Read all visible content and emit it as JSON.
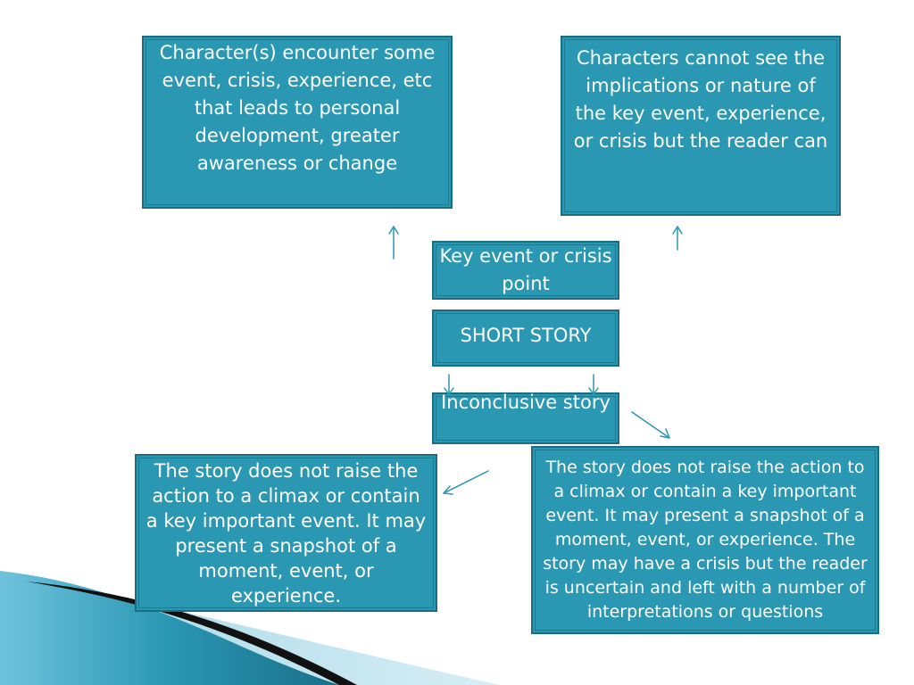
{
  "boxes": {
    "top_left": "Character(s) encounter some event, crisis, experience, etc that leads to personal development, greater awareness or change",
    "top_right": "Characters cannot see the implications or nature of the key event, experience, or crisis but the reader can",
    "key_event": "Key event or crisis point",
    "short_story": "SHORT STORY",
    "inconclusive": "Inconclusive story",
    "bottom_left": "The story does not raise the action to a climax or contain a key important event. It may present a snapshot of a moment, event, or experience.",
    "bottom_right": "The story does not raise the action to a climax or contain a key important event. It may present a snapshot of a moment, event, or experience. The story may have a crisis but the reader is uncertain and left with a number of interpretations or questions"
  },
  "colors": {
    "box_fill": "#2a97b3",
    "box_border": "#1b6d82",
    "arrow": "#2a97b3",
    "box_text": "#ffffff"
  }
}
